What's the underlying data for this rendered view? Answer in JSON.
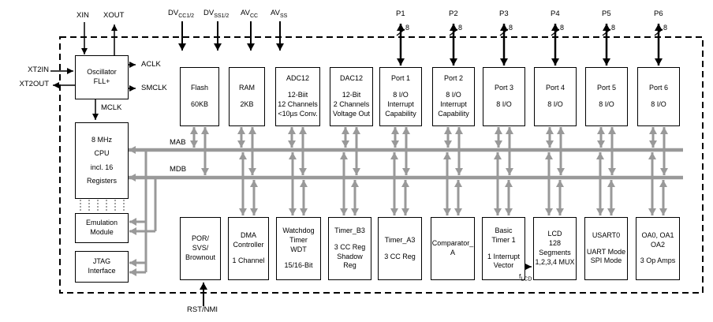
{
  "pins": {
    "xin": "XIN",
    "xout": "XOUT",
    "xt2in": "XT2IN",
    "xt2out": "XT2OUT",
    "rst": "RST/NMI",
    "power": [
      {
        "main": "DV",
        "sub": "CC1/2"
      },
      {
        "main": "DV",
        "sub": "SS1/2"
      },
      {
        "main": "AV",
        "sub": "CC"
      },
      {
        "main": "AV",
        "sub": "SS"
      }
    ],
    "ports": [
      {
        "label": "P1",
        "width": "8"
      },
      {
        "label": "P2",
        "width": "8"
      },
      {
        "label": "P3",
        "width": "8"
      },
      {
        "label": "P4",
        "width": "8"
      },
      {
        "label": "P5",
        "width": "8"
      },
      {
        "label": "P6",
        "width": "8"
      }
    ]
  },
  "signals": {
    "aclk": "ACLK",
    "smclk": "SMCLK",
    "mclk": "MCLK",
    "mab": "MAB",
    "mdb": "MDB",
    "flcd_main": "f",
    "flcd_sub": "LCD"
  },
  "blocks": {
    "oscillator": [
      "Oscillator",
      "FLL+"
    ],
    "cpu": [
      "8 MHz",
      "CPU",
      "incl. 16",
      "Registers"
    ],
    "emulation": [
      "Emulation",
      "Module"
    ],
    "jtag": [
      "JTAG",
      "Interface"
    ],
    "flash": [
      "Flash",
      "60KB"
    ],
    "ram": [
      "RAM",
      "2KB"
    ],
    "adc12": [
      "ADC12",
      "12-Biit",
      "12 Channels",
      "<10µs Conv."
    ],
    "dac12": [
      "DAC12",
      "12-Bit",
      "2 Channels",
      "Voltage Out"
    ],
    "port1": [
      "Port 1",
      "8 I/O",
      "Interrupt",
      "Capability"
    ],
    "port2": [
      "Port 2",
      "8 I/O",
      "Interrupt",
      "Capability"
    ],
    "port3": [
      "Port 3",
      "8 I/O"
    ],
    "port4": [
      "Port 4",
      "8 I/O"
    ],
    "port5": [
      "Port 5",
      "8 I/O"
    ],
    "port6": [
      "Port 6",
      "8 I/O"
    ],
    "por": [
      "POR/",
      "SVS/",
      "Brownout"
    ],
    "dma": [
      "DMA",
      "Controller",
      "1 Channel"
    ],
    "wdt": [
      "Watchdog",
      "Timer",
      "WDT",
      "15/16-Bit"
    ],
    "timerb": [
      "Timer_B3",
      "3 CC Reg",
      "Shadow",
      "Reg"
    ],
    "timera": [
      "Timer_A3",
      "3 CC Reg"
    ],
    "comparator": [
      "Comparator_",
      "A"
    ],
    "basictimer": [
      "Basic",
      "Timer 1",
      "1 Interrupt",
      "Vector"
    ],
    "lcd": [
      "LCD",
      "128",
      "Segments",
      "1,2,3,4 MUX"
    ],
    "usart0": [
      "USART0",
      "UART Mode",
      "SPI Mode"
    ],
    "opamps": [
      "OA0, OA1",
      "OA2",
      "3 Op Amps"
    ]
  },
  "colors": {
    "bus_gray": "#999999",
    "line_black": "#000000",
    "background": "#ffffff"
  }
}
